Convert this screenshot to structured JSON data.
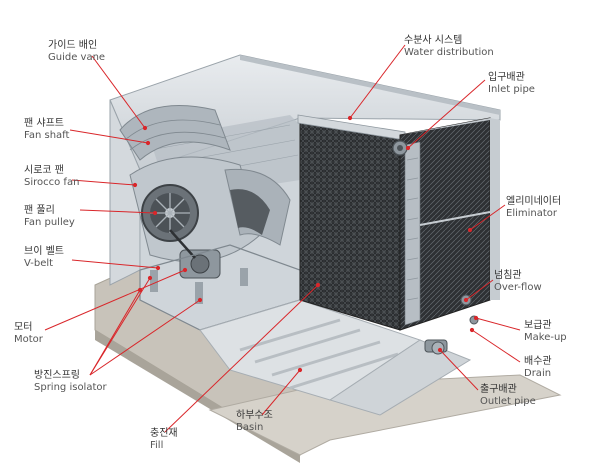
{
  "labels": {
    "guide_vane": {
      "ko": "가이드 배인",
      "en": "Guide vane"
    },
    "fan_shaft": {
      "ko": "팬 샤프트",
      "en": "Fan shaft"
    },
    "sirocco_fan": {
      "ko": "시로코 팬",
      "en": "Sirocco fan"
    },
    "fan_pulley": {
      "ko": "팬 풀리",
      "en": "Fan pulley"
    },
    "v_belt": {
      "ko": "브이 벨트",
      "en": "V-belt"
    },
    "motor": {
      "ko": "모터",
      "en": "Motor"
    },
    "spring_isolator": {
      "ko": "방진스프링",
      "en": "Spring isolator"
    },
    "fill": {
      "ko": "충진재",
      "en": "Fill"
    },
    "basin": {
      "ko": "하부수조",
      "en": "Basin"
    },
    "water_distribution": {
      "ko": "수분사 시스템",
      "en": "Water distribution"
    },
    "inlet_pipe": {
      "ko": "입구배관",
      "en": "Inlet pipe"
    },
    "eliminator": {
      "ko": "엘리미네이터",
      "en": "Eliminator"
    },
    "overflow": {
      "ko": "넘침관",
      "en": "Over-flow"
    },
    "makeup": {
      "ko": "보급관",
      "en": "Make-up"
    },
    "drain": {
      "ko": "배수관",
      "en": "Drain"
    },
    "outlet_pipe": {
      "ko": "출구배관",
      "en": "Outlet pipe"
    }
  },
  "colors": {
    "leader": "#d9262a",
    "casing_light": "#e3e7ea",
    "casing_mid": "#c6ccd1",
    "casing_dark": "#9aa3aa",
    "fill_dark": "#2d2f31",
    "base": "#b9b5ad"
  }
}
